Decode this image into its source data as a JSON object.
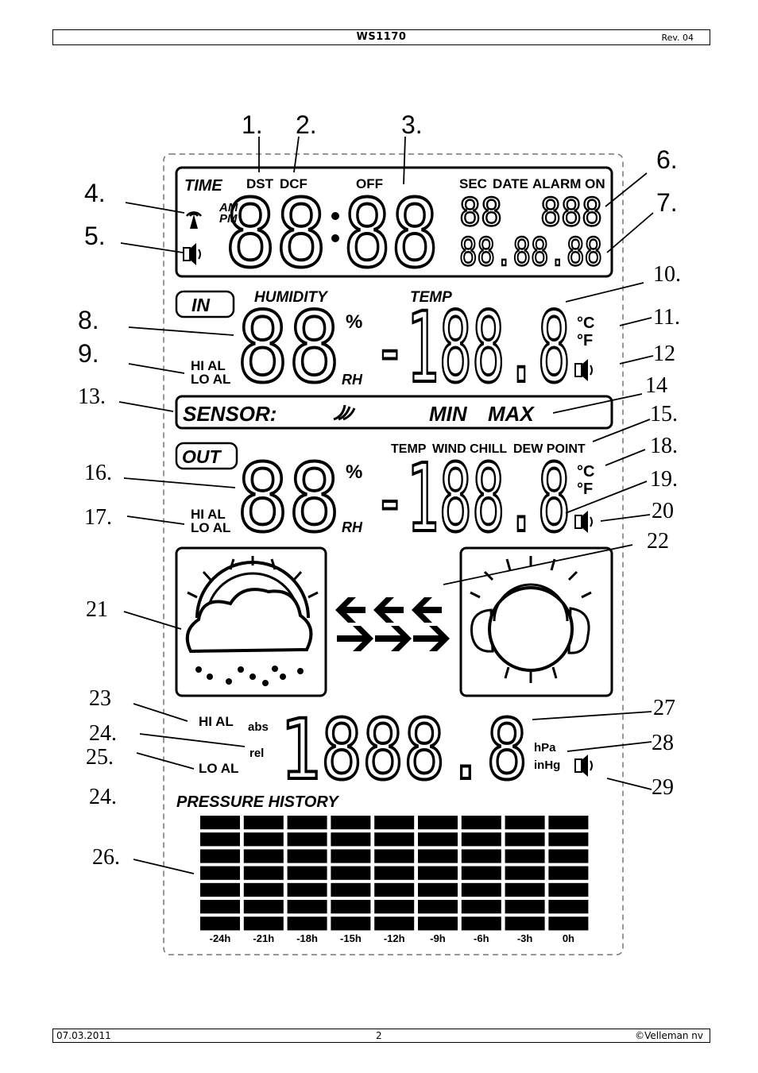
{
  "header": {
    "title": "WS1170",
    "revision": "Rev. 04"
  },
  "footer": {
    "date": "07.03.2011",
    "page": "2",
    "copyright": "©Velleman nv"
  },
  "display": {
    "time_section": {
      "time_label": "TIME",
      "dst": "DST",
      "dcf": "DCF",
      "off": "OFF",
      "sec": "SEC",
      "date": "DATE",
      "alarm_on": "ALARM ON",
      "am": "AM",
      "pm": "PM",
      "clock_digits": "88",
      "clock_digits2": "88",
      "sec_digits": "88",
      "weekday_digits": "888",
      "date_digits": "88.88.88"
    },
    "indoor": {
      "badge": "IN",
      "humidity": "HUMIDITY",
      "temp": "TEMP",
      "hi_al": "HI AL",
      "lo_al": "LO AL",
      "percent": "%",
      "rh": "RH",
      "celsius": "°C",
      "fahrenheit": "°F",
      "hum_digits": "88",
      "temp_digits": "-188.8"
    },
    "sensor_bar": {
      "sensor": "SENSOR:",
      "min": "MIN",
      "max": "MAX"
    },
    "outdoor": {
      "badge": "OUT",
      "temp": "TEMP",
      "wind_chill": "WIND CHILL",
      "dew_point": "DEW POINT",
      "hi_al": "HI AL",
      "lo_al": "LO AL",
      "percent": "%",
      "rh": "RH",
      "celsius": "°C",
      "fahrenheit": "°F",
      "hum_digits": "88",
      "temp_digits": "-188.8"
    },
    "pressure": {
      "hi_al": "HI AL",
      "lo_al": "LO AL",
      "abs": "abs",
      "rel": "rel",
      "hpa": "hPa",
      "inhg": "inHg",
      "digits": "1888.8"
    },
    "history": {
      "title": "PRESSURE HISTORY",
      "hours": [
        "-24h",
        "-21h",
        "-18h",
        "-15h",
        "-12h",
        "-9h",
        "-6h",
        "-3h",
        "0h"
      ]
    }
  },
  "callouts": [
    "1.",
    "2.",
    "3.",
    "4.",
    "5.",
    "6.",
    "7.",
    "8.",
    "9.",
    "10.",
    "11.",
    "12",
    "13.",
    "14",
    "15.",
    "16.",
    "17.",
    "18.",
    "19.",
    "20",
    "21",
    "22",
    "23",
    "24.",
    "25.",
    "24.",
    "26.",
    "27",
    "28",
    "29"
  ]
}
